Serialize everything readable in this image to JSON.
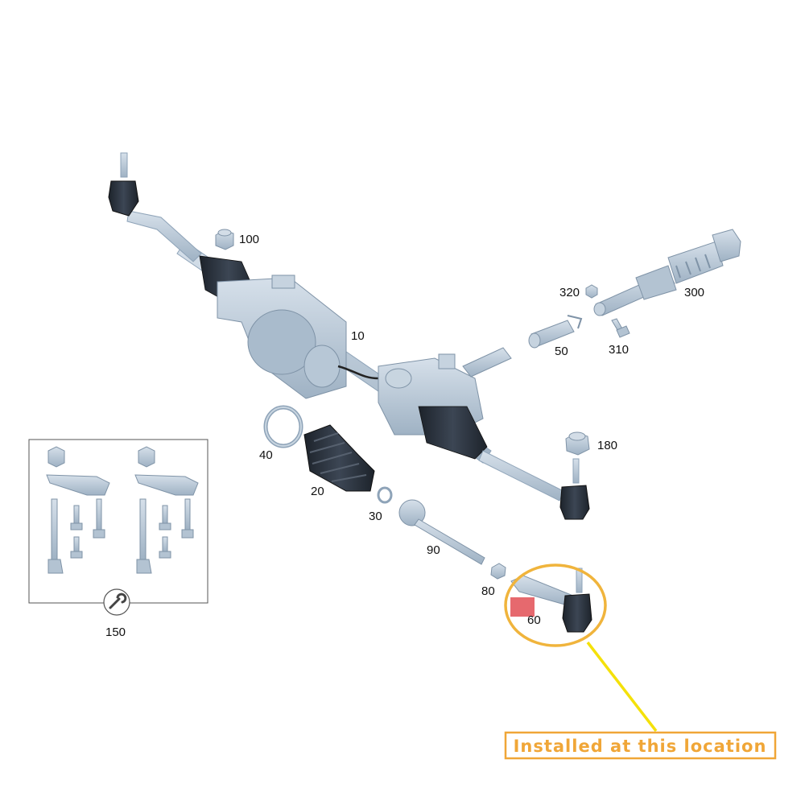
{
  "diagram": {
    "part_labels": {
      "p10": "10",
      "p20": "20",
      "p30": "30",
      "p40": "40",
      "p50": "50",
      "p60": "60",
      "p80": "80",
      "p90": "90",
      "p100": "100",
      "p150": "150",
      "p180": "180",
      "p300": "300",
      "p310": "310",
      "p320": "320"
    },
    "callout": {
      "text": "Installed at this location",
      "ring_color": "#f0b43c",
      "leader_color": "#f4e10a",
      "text_color": "#f0a637",
      "marker_color": "#e2545a"
    },
    "colors": {
      "part_fill": "#bccbd9",
      "part_shadow": "#8ea3b8",
      "part_dark": "#2c3440",
      "inset_border": "#555555"
    },
    "icons": [
      "wrench-icon"
    ]
  }
}
